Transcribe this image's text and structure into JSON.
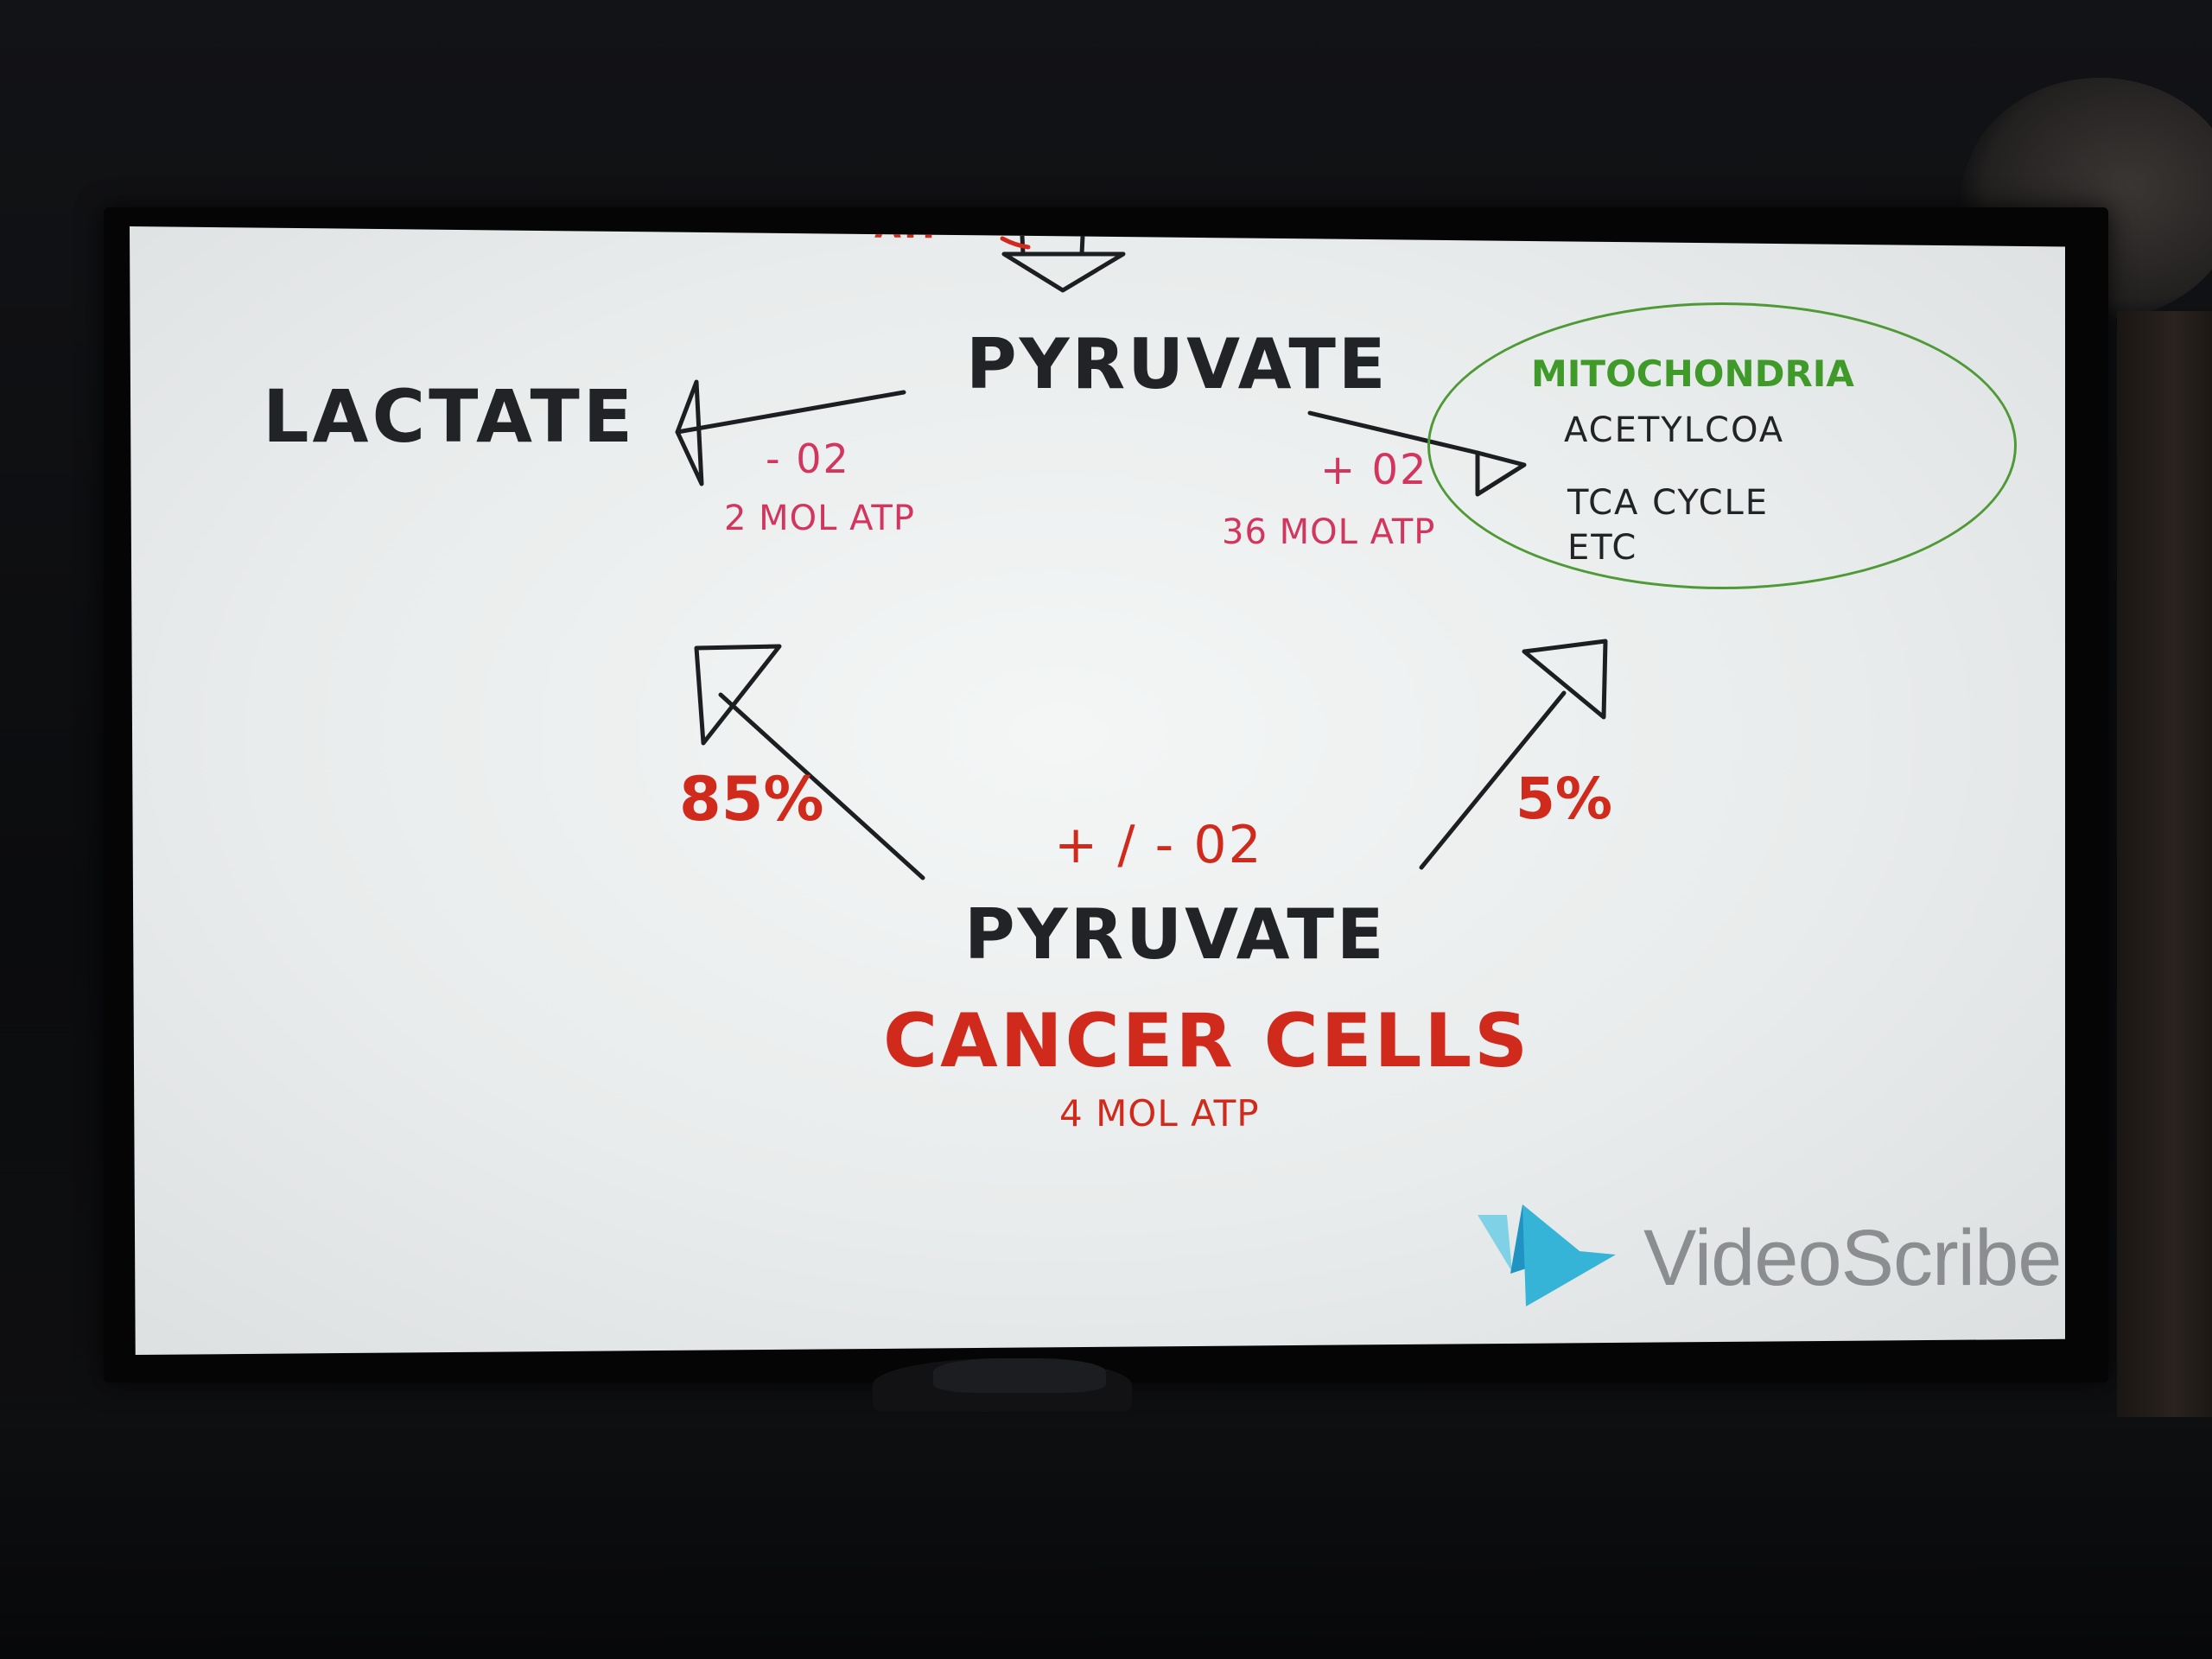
{
  "diagram": {
    "top_cut_label": "ATP",
    "pyruvate_top": "PYRUVATE",
    "lactate": "LACTATE",
    "minus_o2": "- 02",
    "lactate_atp": "2 MOL ATP",
    "plus_o2": "+ 02",
    "mito_atp": "36 MOL ATP",
    "mitochondria": {
      "title": "MITOCHONDRIA",
      "line1": "ACETYLCOA",
      "line2": "TCA CYCLE",
      "line3": "ETC"
    },
    "percent_left": "85%",
    "percent_right": "5%",
    "plus_minus_o2": "+ / - 02",
    "pyruvate_bottom": "PYRUVATE",
    "cancer_cells": "CANCER CELLS",
    "cancer_atp": "4 MOL ATP"
  },
  "watermark": {
    "text": "VideoScribe",
    "icon": "videoscribe-play-icon",
    "colors": {
      "light": "#7fd2e6",
      "mid": "#35b4d8",
      "dark": "#1f93c2"
    }
  },
  "colors": {
    "black_text": "#222326",
    "red_text": "#cf2a1c",
    "pink_text": "#d2365f",
    "green": "#3f9a2a"
  }
}
